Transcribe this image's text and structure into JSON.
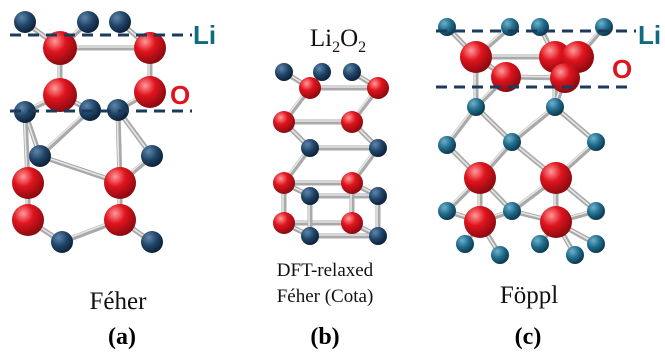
{
  "colors": {
    "lithium": "#1b3a5c",
    "lithium_teal": "#1f6a8a",
    "oxygen": "#e0141e",
    "bond": "#a9a9a9",
    "dash_line": "#1b3a5c",
    "label_li": "#0f6b7d",
    "label_o": "#e0141e"
  },
  "labels": {
    "li": "Li",
    "o": "O",
    "formula_main": "Li",
    "formula_sub1": "2",
    "formula_mid": "O",
    "formula_sub2": "2"
  },
  "panels": {
    "a": {
      "caption": "Féher",
      "subcaption": "(a)"
    },
    "b": {
      "caption_line1": "DFT-relaxed",
      "caption_line2": "Féher (Cota)",
      "subcaption": "(b)"
    },
    "c": {
      "caption": "Föppl",
      "subcaption": "(c)"
    }
  }
}
